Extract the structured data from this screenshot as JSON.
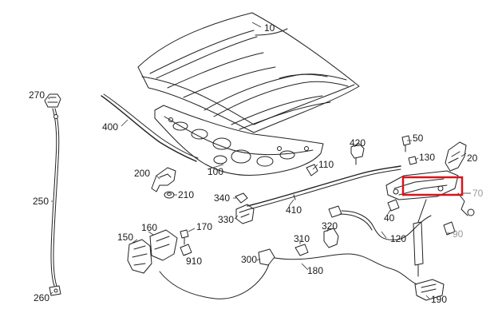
{
  "labels": {
    "p10": "10",
    "p20": "20",
    "p40": "40",
    "p50": "50",
    "p70": "70",
    "p90": "90",
    "p100": "100",
    "p110": "110",
    "p120": "120",
    "p130": "130",
    "p150": "150",
    "p160": "160",
    "p170": "170",
    "p180": "180",
    "p190": "190",
    "p200": "200",
    "p210": "210",
    "p250": "250",
    "p260": "260",
    "p270": "270",
    "p300": "300",
    "p310": "310",
    "p320": "320",
    "p330": "330",
    "p340": "340",
    "p400": "400",
    "p410": "410",
    "p420": "420",
    "p910": "910"
  },
  "colors": {
    "highlight": "#d8141b",
    "line": "#222222",
    "label": "#1a1a1a",
    "label_faded": "#9a9a9a"
  }
}
